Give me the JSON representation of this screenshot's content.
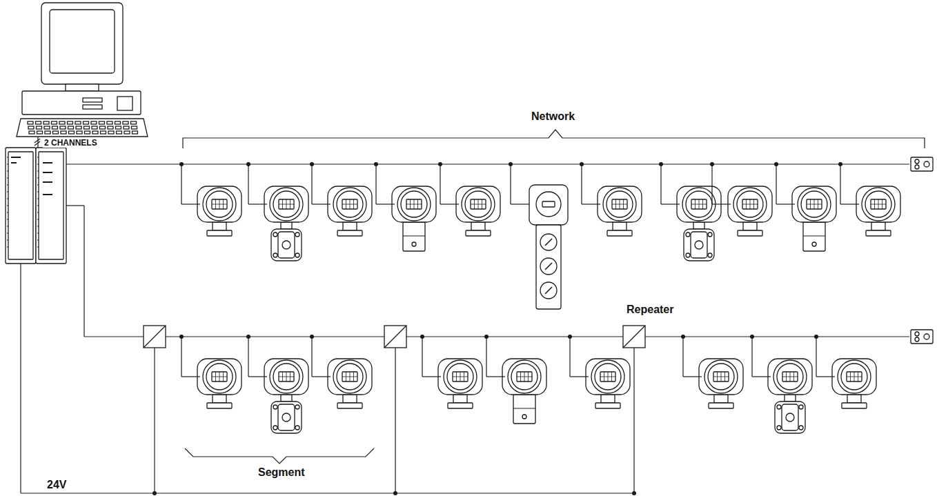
{
  "diagram": {
    "labels": [
      "2 CHANNELS",
      "Network",
      "Repeater",
      "Segment",
      "24V"
    ]
  }
}
